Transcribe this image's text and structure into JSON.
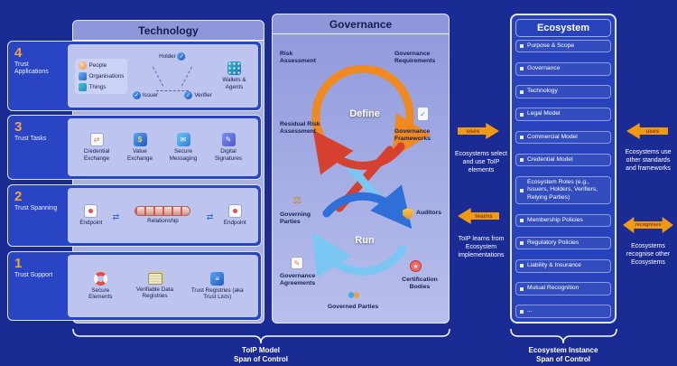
{
  "colors": {
    "background": "#1a2b94",
    "accent_orange": "#f09a14",
    "define_orange": "#ee8a1f",
    "define_red": "#d6402e",
    "run_blue": "#2e6fd8",
    "run_light_blue": "#79c7f2"
  },
  "technology": {
    "title": "Technology",
    "layer4": {
      "number": "4",
      "label": "Trust Applications",
      "people": "People",
      "organisations": "Organisations",
      "things": "Things",
      "holder": "Holder",
      "issuer": "Issuer",
      "verifier": "Verifier",
      "wallets_agents": "Wallets & Agents"
    },
    "layer3": {
      "number": "3",
      "label": "Trust Tasks",
      "credential_exchange": "Credential Exchange",
      "value_exchange": "Value Exchange",
      "secure_messaging": "Secure Messaging",
      "digital_signatures": "Digital Signatures"
    },
    "layer2": {
      "number": "2",
      "label": "Trust Spanning",
      "endpoint_left": "Endpoint",
      "relationship": "Relationship",
      "endpoint_right": "Endpoint"
    },
    "layer1": {
      "number": "1",
      "label": "Trust Support",
      "secure_elements": "Secure Elements",
      "verifiable_data_registries": "Verifiable Data Registries",
      "trust_registries": "Trust Registries (aka Trust Lists)"
    }
  },
  "governance": {
    "title": "Governance",
    "labels": {
      "risk_assessment": "Risk Assessment",
      "governance_requirements": "Governance Requirements",
      "define": "Define",
      "residual_risk_assessment": "Residual Risk Assessment",
      "governance_frameworks": "Governance Frameworks",
      "governing_parties": "Governing Parties",
      "run": "Run",
      "auditors": "Auditors",
      "governance_agreements": "Governance Agreements",
      "governed_parties": "Governed Parties",
      "certification_bodies": "Certification Bodies"
    }
  },
  "ecosystem": {
    "title": "Ecosystem",
    "items": [
      "Purpose & Scope",
      "Governance",
      "Technology",
      "Legal Model",
      "Commercial Model",
      "Credential Model",
      "Ecosystem Roles (e.g., Issuers, Holders, Verifiers, Relying Parties)",
      "Membership Policies",
      "Regulatory Policies",
      "Liability & Insurance",
      "Mutual Recognition",
      "..."
    ]
  },
  "middle_annotations": {
    "uses_label": "uses",
    "uses_text": "Ecosystems select and use ToIP elements",
    "learns_label": "learns",
    "learns_text": "ToIP learns from Ecosystem implementations"
  },
  "right_annotations": {
    "uses_label": "uses",
    "uses_text": "Ecosystems use other standards and frameworks",
    "recognises_label": "recognises",
    "recognises_text": "Ecosystems recognise other Ecosystems"
  },
  "footer": {
    "toip_line1": "ToIP Model",
    "toip_line2": "Span of Control",
    "eco_line1": "Ecosystem Instance",
    "eco_line2": "Span of Control"
  }
}
